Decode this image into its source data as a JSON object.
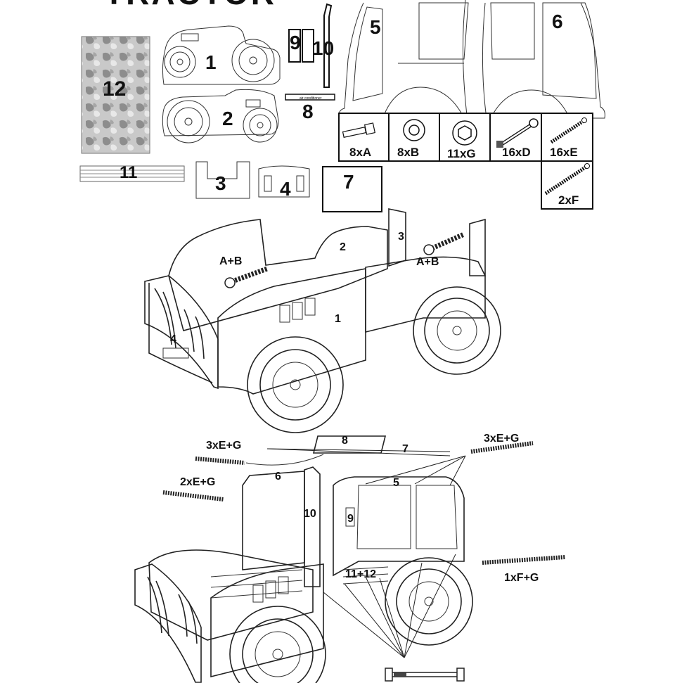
{
  "title": "TRACTOR",
  "parts": {
    "p1": "1",
    "p2": "2",
    "p3": "3",
    "p4": "4",
    "p5": "5",
    "p6": "6",
    "p7": "7",
    "p8": "8",
    "p9": "9",
    "p10": "10",
    "p11": "11",
    "p12": "12",
    "air_label": "air conditioner"
  },
  "hardware": [
    {
      "qty": "8xA",
      "icon": "bolt-icon"
    },
    {
      "qty": "8xB",
      "icon": "washer-icon"
    },
    {
      "qty": "11xG",
      "icon": "hex-nut-icon"
    },
    {
      "qty": "16xD",
      "icon": "long-bolt-icon"
    },
    {
      "qty": "16xE",
      "icon": "screw-icon"
    },
    {
      "qty": "2xF",
      "icon": "long-screw-icon"
    }
  ],
  "step1": {
    "ab_left": "A+B",
    "ab_right": "A+B",
    "n1": "1",
    "n2": "2",
    "n3": "3",
    "n4": "4"
  },
  "step2": {
    "e3g_left": "3xE+G",
    "e3g_right": "3xE+G",
    "e2g": "2xE+G",
    "fg": "1xF+G",
    "n5": "5",
    "n6": "6",
    "n7": "7",
    "n8": "8",
    "n9": "9",
    "n10": "10",
    "n1112": "11+12"
  }
}
